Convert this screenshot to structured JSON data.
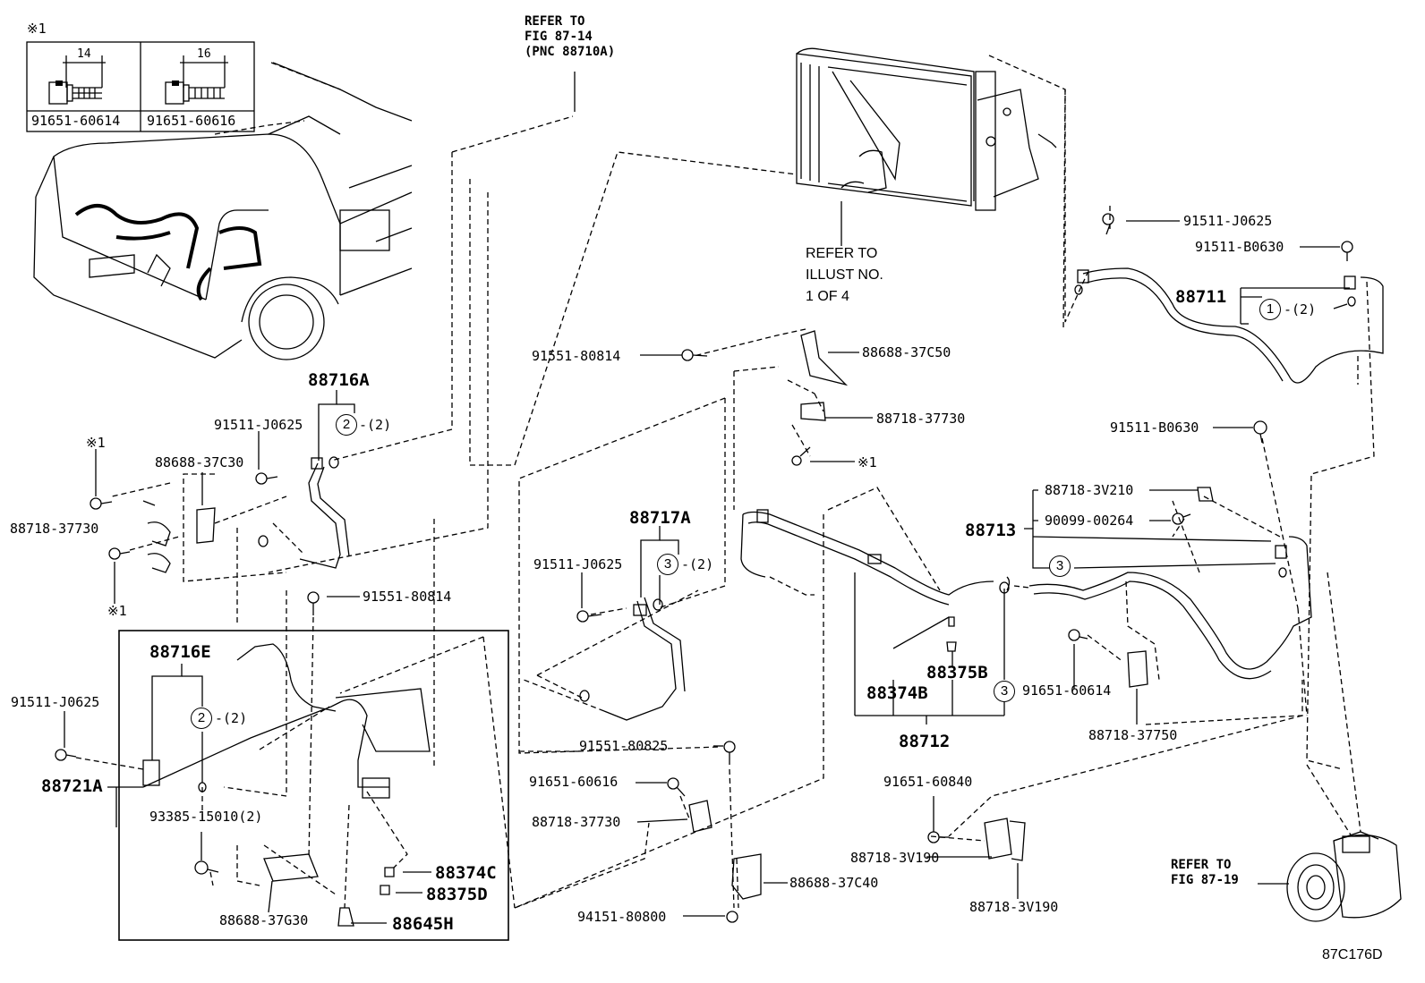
{
  "header": {
    "note_mark": "※1",
    "figure_code": "87C176D"
  },
  "bolt_table": {
    "col1": {
      "dimension": "14",
      "part": "91651-60614"
    },
    "col2": {
      "dimension": "16",
      "part": "91651-60616"
    }
  },
  "references": {
    "fig_87_14": "REFER TO\nFIG 87-14\n(PNC 88710A)",
    "illust_1_of_4": "REFER TO\nILLUST NO.\n1 OF 4",
    "fig_87_19": "REFER TO\nFIG 87-19"
  },
  "labels": {
    "p88716A": "88716A",
    "p88717A": "88717A",
    "p88716E": "88716E",
    "p88721A": "88721A",
    "p88711": "88711",
    "p88713": "88713",
    "p88712": "88712",
    "p88374B": "88374B",
    "p88375B": "88375B",
    "p88374C": "88374C",
    "p88375D": "88375D",
    "p88645H": "88645H",
    "l91511J0625_a": "91511-J0625",
    "l91511J0625_b": "91511-J0625",
    "l91511J0625_c": "91511-J0625",
    "l91511J0625_d": "91511-J0625",
    "l91511B0630_a": "91511-B0630",
    "l91511B0630_b": "91511-B0630",
    "l91551_80814_a": "91551-80814",
    "l91551_80814_b": "91551-80814",
    "l91551_80825": "91551-80825",
    "l88688_37C50": "88688-37C50",
    "l88718_37730_a": "88718-37730",
    "l88718_37730_b": "88718-37730",
    "l88718_37730_c": "88718-37730",
    "l88688_37C30": "88688-37C30",
    "l88718_3V210": "88718-3V210",
    "l90099_00264": "90099-00264",
    "l91651_60614": "91651-60614",
    "l88718_37750": "88718-37750",
    "l91651_60616": "91651-60616",
    "l91651_60840": "91651-60840",
    "l88718_3V190_a": "88718-3V190",
    "l88718_3V190_b": "88718-3V190",
    "l88688_37C40": "88688-37C40",
    "l94151_80800": "94151-80800",
    "l93385_15010": "93385-15010(2)",
    "l88688_37G30": "88688-37G30",
    "mark_a": "※1",
    "mark_b": "※1",
    "mark_c": "※1"
  },
  "callouts": {
    "c1": {
      "num": "1",
      "qty": "-(2)"
    },
    "c2a": {
      "num": "2",
      "qty": "-(2)"
    },
    "c2b": {
      "num": "2",
      "qty": "-(2)"
    },
    "c3a": {
      "num": "3",
      "qty": "-(2)"
    },
    "c3b": {
      "num": "3"
    },
    "c3c": {
      "num": "3"
    }
  }
}
